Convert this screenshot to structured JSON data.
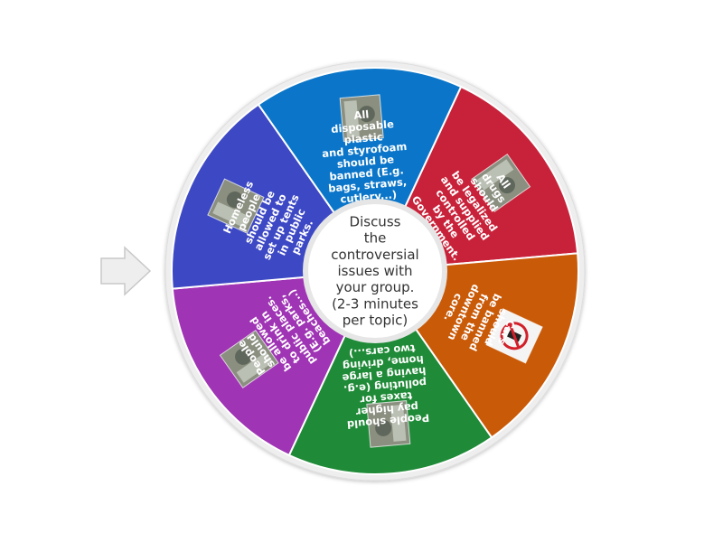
{
  "wheel": {
    "center_text": [
      "Discuss",
      "the",
      "controversial",
      "issues with",
      "your group.",
      "(2-3 minutes",
      "per topic)"
    ],
    "segments": [
      {
        "color": "#c8223a",
        "text": [
          "All",
          "drugs",
          "should",
          "be legalized",
          "and supplied",
          "controlled",
          "by the",
          "Government."
        ],
        "image": "pills-on-table-photo"
      },
      {
        "color": "#c95a08",
        "text": [
          "Cars",
          "should",
          "be banned",
          "from the",
          "downtown",
          "core."
        ],
        "image": "no-cars-sign"
      },
      {
        "color": "#1f8a37",
        "text": [
          "People should",
          "pay higher",
          "taxes for",
          "polluting (e.g.",
          "having a large",
          "home, driving",
          "two cars...)"
        ],
        "image": "smokestack-photo"
      },
      {
        "color": "#9f34b4",
        "text": [
          "People",
          "should",
          "be allowed",
          "to drink in",
          "public places.",
          "(E.g. parks,",
          "beaches...)"
        ],
        "image": "park-drinking-photo"
      },
      {
        "color": "#3d48c4",
        "text": [
          "Homeless",
          "people",
          "should be",
          "allowed to",
          "set up tents",
          "in public",
          "parks."
        ],
        "image": "tent-in-park-photo"
      },
      {
        "color": "#0b76c9",
        "text": [
          "All",
          "disposable",
          "plastic",
          "and styrofoam",
          "should be",
          "banned (E.g.",
          "bags, straws,",
          "cutlery...)"
        ],
        "image": "plastic-cup-photo"
      }
    ]
  },
  "pointer": {
    "icon": "right-arrow-pointer-icon",
    "color": "#eeeeee"
  }
}
